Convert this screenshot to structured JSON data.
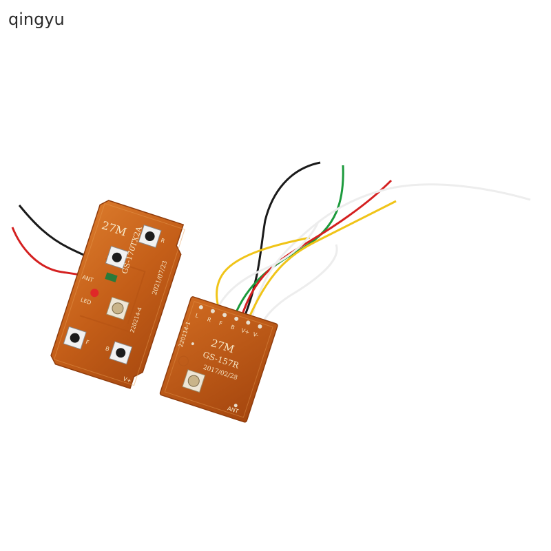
{
  "watermark": "qingyu",
  "transmitter": {
    "freq": "27M",
    "model": "GS-170TX2A",
    "date": "2021/07/23",
    "code": "220214-4",
    "ant": "ANT",
    "led": "LED",
    "btn_r": "R",
    "btn_f": "F",
    "btn_b": "B",
    "vplus": "V+"
  },
  "receiver": {
    "freq": "27M",
    "model": "GS-157R",
    "date": "2017/02/28",
    "code": "220114-1",
    "ant": "ANT",
    "pins": [
      "L",
      "R",
      "F",
      "B",
      "V+",
      "V-"
    ]
  },
  "colors": {
    "pcb": "#c8641c",
    "pcb_dark": "#9c4410",
    "pcb_edge": "#e08a3c",
    "wire_black": "#1a1a1a",
    "wire_red": "#d42020",
    "wire_green": "#1c9a3c",
    "wire_yellow": "#f0c418",
    "wire_white": "#f2f2f2"
  }
}
